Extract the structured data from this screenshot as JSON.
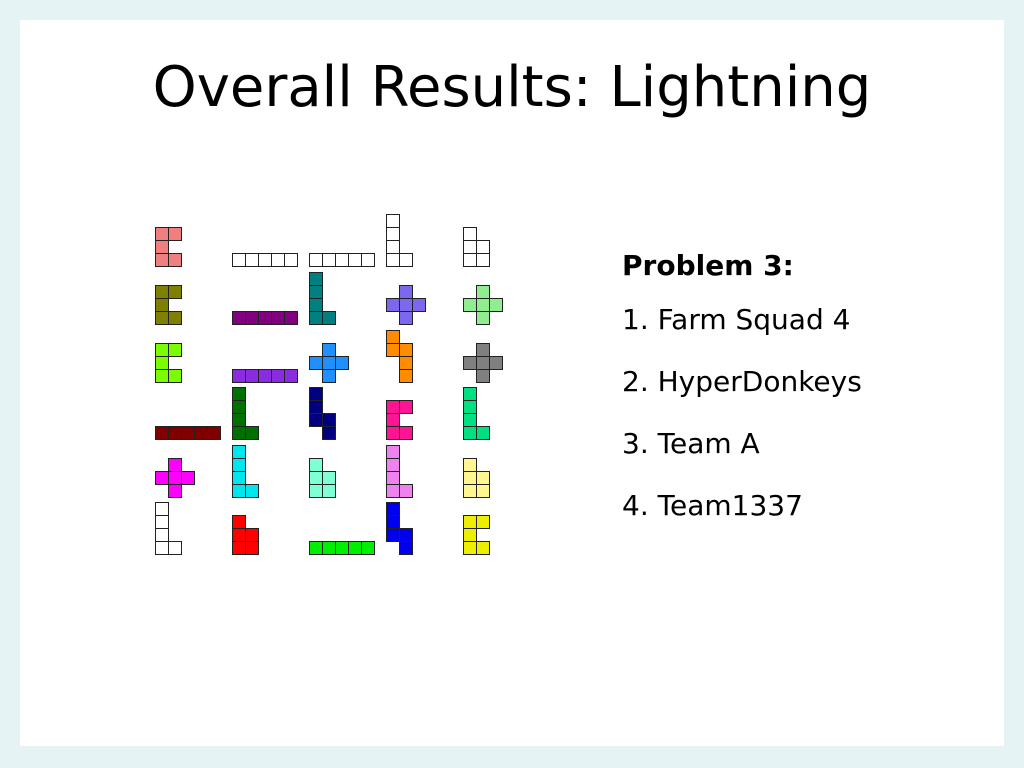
{
  "slide": {
    "title": "Overall Results: Lightning"
  },
  "results": {
    "heading": "Problem 3:",
    "items": [
      {
        "rank": "1.",
        "team": "Farm Squad 4"
      },
      {
        "rank": "2.",
        "team": "HyperDonkeys"
      },
      {
        "rank": "3.",
        "team": "Team A"
      },
      {
        "rank": "4.",
        "team": "Team1337"
      }
    ]
  },
  "puzzle_grid": {
    "rows": [
      [
        {
          "shape": "c-pentomino",
          "color": "#f08080"
        },
        {
          "shape": "i-pentomino-horizontal",
          "color": "#ffffff"
        },
        {
          "shape": "i-pentomino-horizontal",
          "color": "#ffffff"
        },
        {
          "shape": "l-pentomino",
          "color": "#ffffff"
        },
        {
          "shape": "p-pentomino",
          "color": "#ffffff"
        }
      ],
      [
        {
          "shape": "c-pentomino",
          "color": "#808000"
        },
        {
          "shape": "i-pentomino-horizontal",
          "color": "#800080"
        },
        {
          "shape": "l-pentomino",
          "color": "#008080"
        },
        {
          "shape": "x-pentomino",
          "color": "#7b68ee"
        },
        {
          "shape": "x-pentomino",
          "color": "#90ee90"
        }
      ],
      [
        {
          "shape": "c-pentomino",
          "color": "#7cfc00"
        },
        {
          "shape": "i-pentomino-horizontal",
          "color": "#8a2be2"
        },
        {
          "shape": "x-pentomino",
          "color": "#1e90ff"
        },
        {
          "shape": "s-pentomino",
          "color": "#ff8c00"
        },
        {
          "shape": "x-pentomino",
          "color": "#808080"
        }
      ],
      [
        {
          "shape": "i-pentomino-horizontal",
          "color": "#800000"
        },
        {
          "shape": "l-pentomino",
          "color": "#007000"
        },
        {
          "shape": "n-pentomino",
          "color": "#000080"
        },
        {
          "shape": "c-pentomino",
          "color": "#ff1493"
        },
        {
          "shape": "l-pentomino",
          "color": "#00e080"
        }
      ],
      [
        {
          "shape": "x-pentomino",
          "color": "#ff00ff"
        },
        {
          "shape": "l-pentomino",
          "color": "#00e5ee"
        },
        {
          "shape": "p-pentomino",
          "color": "#7fffd4"
        },
        {
          "shape": "l-pentomino",
          "color": "#ee82ee"
        },
        {
          "shape": "p-pentomino",
          "color": "#fff68f"
        }
      ],
      [
        {
          "shape": "l-pentomino",
          "color": "#ffffff"
        },
        {
          "shape": "p-pentomino",
          "color": "#ff0000"
        },
        {
          "shape": "i-pentomino-horizontal",
          "color": "#00ee00"
        },
        {
          "shape": "n-pentomino",
          "color": "#0000ee"
        },
        {
          "shape": "c-pentomino",
          "color": "#eeee00"
        }
      ]
    ]
  }
}
